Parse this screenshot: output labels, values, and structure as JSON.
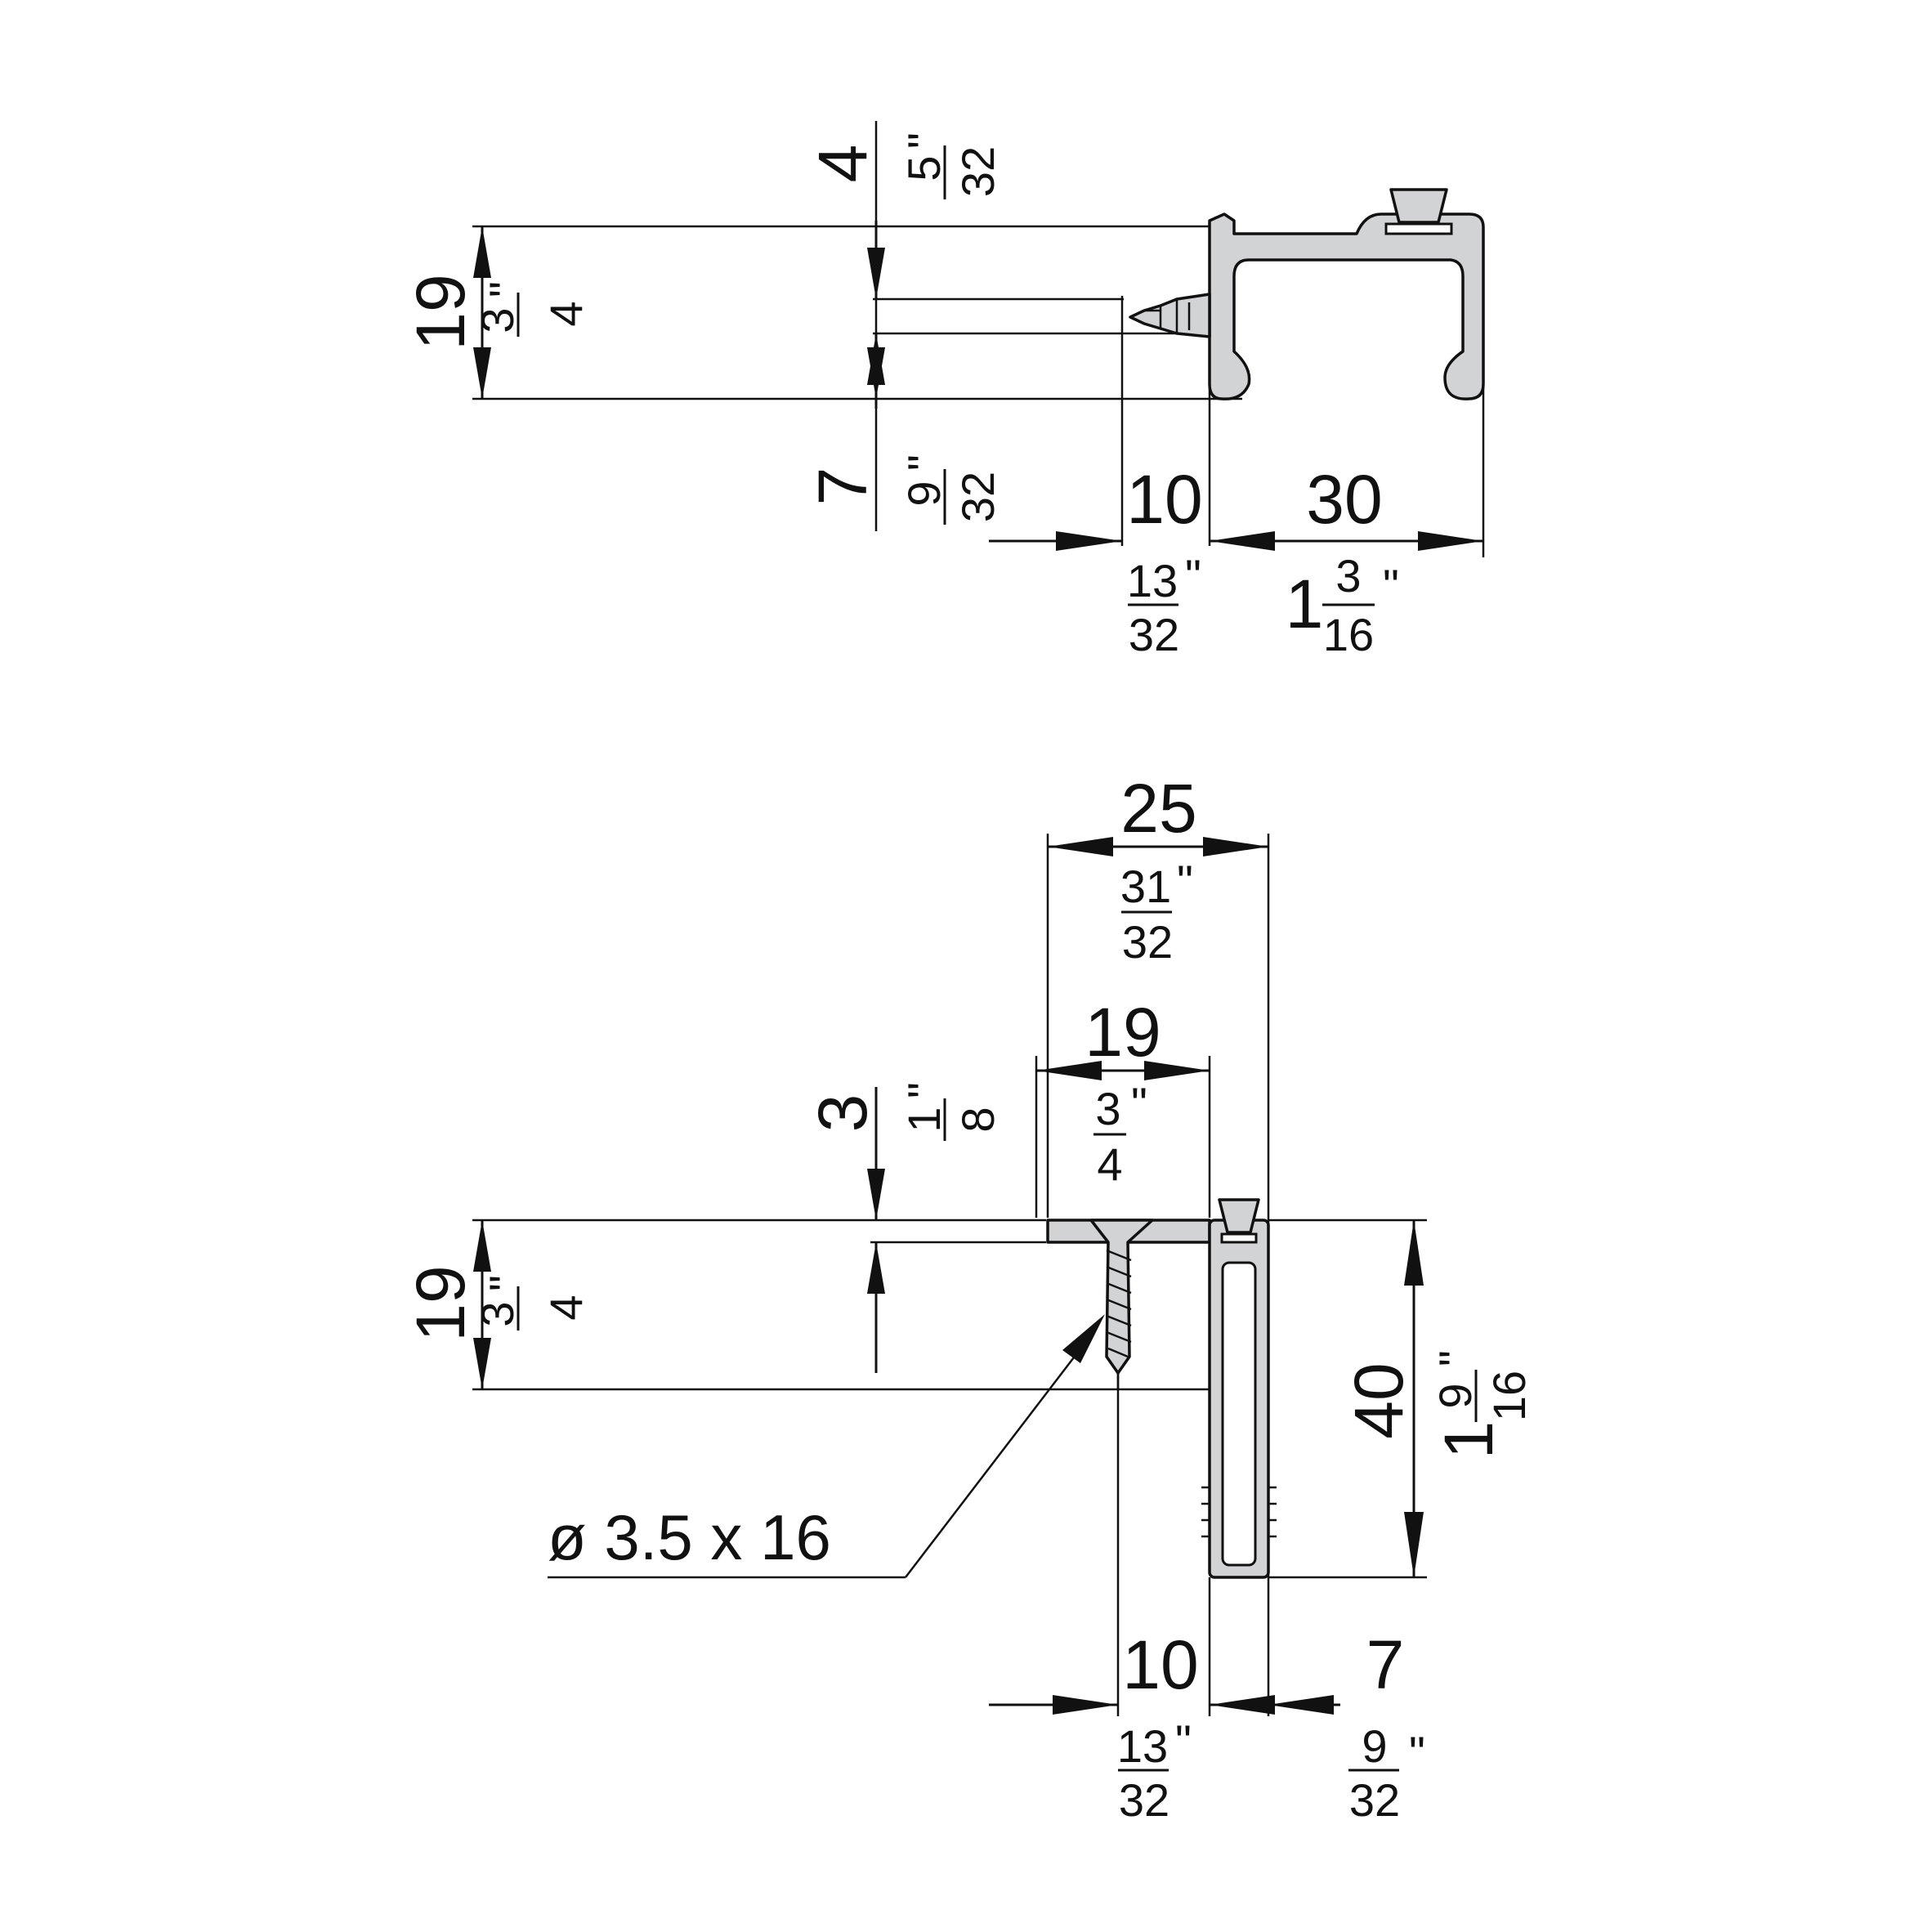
{
  "top_view": {
    "dim_top_gap": {
      "metric": "4",
      "num": "5",
      "den": "32",
      "inch": "\""
    },
    "dim_height": {
      "metric": "19",
      "num": "3",
      "den": "4",
      "inch": "\""
    },
    "dim_bottom_gap": {
      "metric": "7",
      "num": "9",
      "den": "32",
      "inch": "\""
    },
    "dim_plug": {
      "metric": "10",
      "num": "13",
      "den": "32",
      "inch": "\""
    },
    "dim_rail_width": {
      "metric": "30",
      "whole": "1",
      "num": "3",
      "den": "16",
      "inch": "\""
    }
  },
  "bottom_view": {
    "dim_total_width": {
      "metric": "25",
      "num": "31",
      "den": "32",
      "inch": "\""
    },
    "dim_board_width": {
      "metric": "19",
      "num": "3",
      "den": "4",
      "inch": "\""
    },
    "dim_flange": {
      "metric": "3",
      "num": "1",
      "den": "8",
      "inch": "\""
    },
    "dim_height": {
      "metric": "19",
      "num": "3",
      "den": "4",
      "inch": "\""
    },
    "dim_profile_h": {
      "metric": "40",
      "whole": "1",
      "num": "9",
      "den": "16",
      "inch": "\""
    },
    "dim_screw_pos": {
      "metric": "10",
      "num": "13",
      "den": "32",
      "inch": "\""
    },
    "dim_right": {
      "metric": "7",
      "num": "9",
      "den": "32",
      "inch": "\""
    },
    "screw_label": "ø 3.5 x 16"
  }
}
